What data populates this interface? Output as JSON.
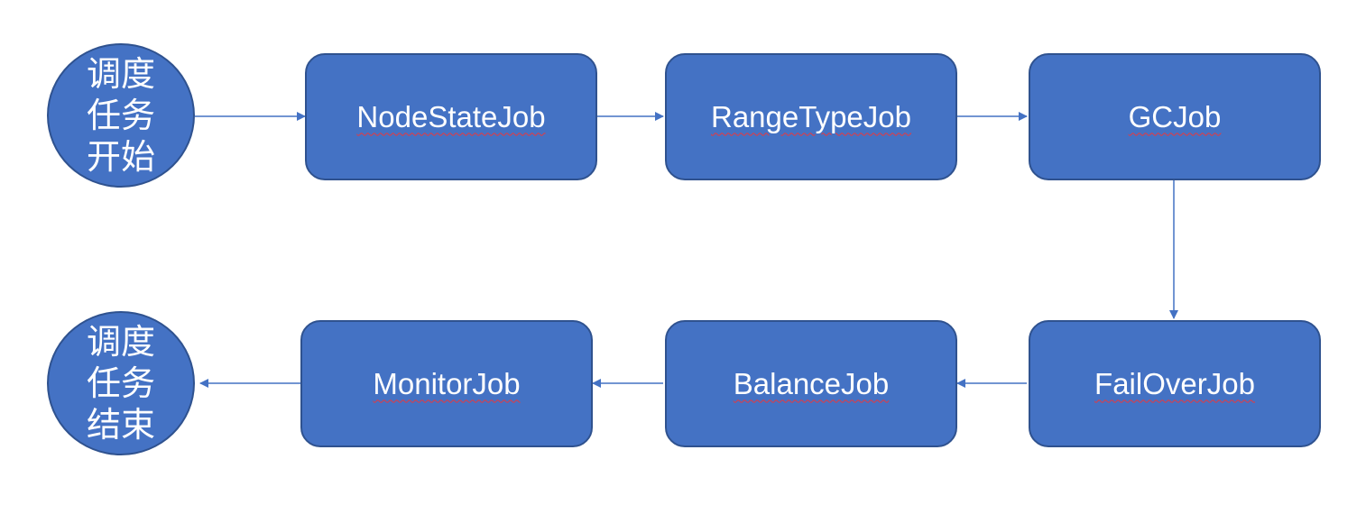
{
  "diagram": {
    "colors": {
      "node_fill": "#4472c4",
      "node_border": "#2f528f",
      "text": "#ffffff",
      "connector": "#4472c4"
    },
    "start": {
      "line1": "调度",
      "line2": "任务",
      "line3": "开始"
    },
    "end": {
      "line1": "调度",
      "line2": "任务",
      "line3": "结束"
    },
    "jobs": {
      "node_state": "NodeStateJob",
      "range_type": "RangeTypeJob",
      "gc": "GCJob",
      "fail_over": "FailOverJob",
      "balance": "BalanceJob",
      "monitor": "MonitorJob"
    },
    "flow": [
      [
        "start",
        "node_state"
      ],
      [
        "node_state",
        "range_type"
      ],
      [
        "range_type",
        "gc"
      ],
      [
        "gc",
        "fail_over"
      ],
      [
        "fail_over",
        "balance"
      ],
      [
        "balance",
        "monitor"
      ],
      [
        "monitor",
        "end"
      ]
    ]
  }
}
